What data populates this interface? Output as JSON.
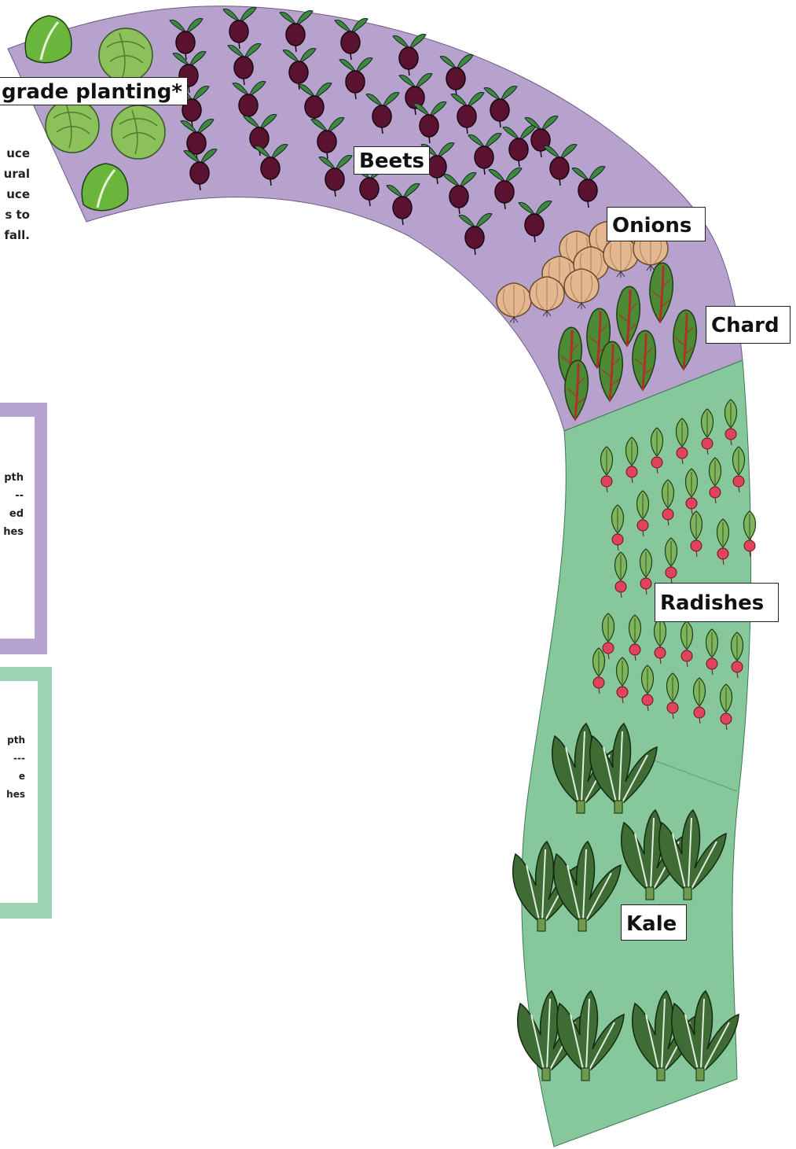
{
  "colors": {
    "lavender_bed": "#b7a2cd",
    "green_bed": "#86c79c",
    "lavender_frame": "#b5a4cf",
    "green_frame": "#9dd3b0",
    "beet": "#5b1230",
    "beet_leaf": "#3f8a3a",
    "onion": "#e3b891",
    "chard_leaf": "#4c8a33",
    "chard_stem": "#b0302a",
    "radish": "#e0445a",
    "radish_leaf": "#7eb55c",
    "kale": "#3f6b35",
    "lettuce": "#6ab63d",
    "cabbage": "#8cc05a"
  },
  "labels": {
    "upgrade": "grade planting*",
    "beets": "Beets",
    "onions": "Onions",
    "chard": "Chard",
    "radishes": "Radishes",
    "kale": "Kale"
  },
  "side_note": {
    "lines": [
      "uce",
      "ural",
      "uce",
      "s to",
      "fall."
    ]
  },
  "panel_lavender": {
    "lines": [
      "pth",
      "--",
      "ed",
      "hes"
    ]
  },
  "panel_green": {
    "lines": [
      "pth",
      "---",
      "e",
      "hes"
    ]
  },
  "icons": {
    "beet": "beet-icon",
    "onion": "onion-icon",
    "chard": "chard-icon",
    "radish": "radish-icon",
    "kale": "kale-icon",
    "lettuce": "lettuce-icon",
    "cabbage": "cabbage-icon"
  }
}
